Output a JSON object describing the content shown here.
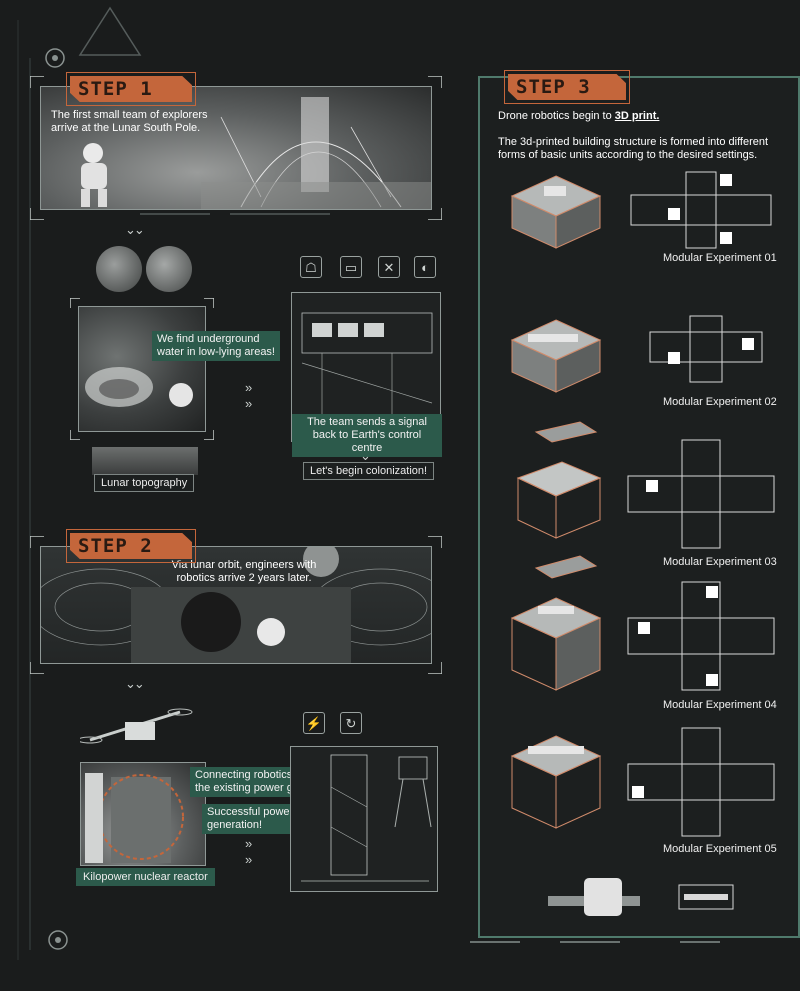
{
  "step1": {
    "tag": "STEP 1",
    "text": "The first small team of explorers arrive at the Lunar South Pole."
  },
  "discovery": {
    "callout_water": "We find underground water in low-lying areas!",
    "callout_signal": "The team sends a signal back to Earth's control centre",
    "colonize": "Let's begin colonization!",
    "topo_label": "Lunar topography"
  },
  "step2": {
    "tag": "STEP 2",
    "text": "Via lunar orbit, engineers with robotics arrive 2 years later."
  },
  "power": {
    "callout_grid": "Connecting robotics to the existing power grid.",
    "callout_success": "Successful power generation!",
    "reactor_label": "Kilopower nuclear reactor"
  },
  "step3": {
    "tag": "STEP 3",
    "line1_prefix": "Drone robotics begin to ",
    "line1_bold": "3D print.",
    "line2": "The 3d-printed building structure is formed into different forms of basic units according to the desired settings.",
    "modules": [
      "Modular Experiment 01",
      "Modular Experiment 02",
      "Modular Experiment 03",
      "Modular Experiment 04",
      "Modular Experiment 05"
    ]
  },
  "icons": [
    "robot-icon",
    "monitor-icon",
    "satellite-icon",
    "vr-headset-icon",
    "power-tower-icon",
    "recycle-icon"
  ],
  "colors": {
    "accent": "#c4663b",
    "callout": "#2c5a4b",
    "panel_border": "#4f7a6c",
    "bg": "#1a1c1c"
  }
}
